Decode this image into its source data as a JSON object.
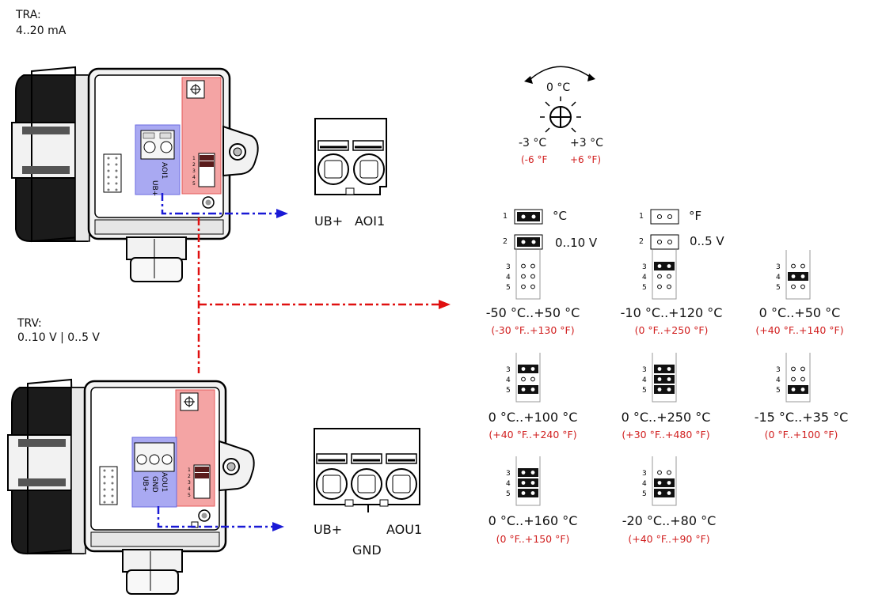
{
  "tra": {
    "title": "TRA:",
    "subtitle": "4..20 mA"
  },
  "trv": {
    "title": "TRV:",
    "subtitle": "0..10 V | 0..5 V"
  },
  "device_top": {
    "term_left": "UB+",
    "term_right": "AOI1"
  },
  "device_bottom": {
    "term_left": "UB+",
    "term_mid": "GND",
    "term_right": "AOU1"
  },
  "terminal_top": {
    "left": "UB+",
    "right": "AOI1"
  },
  "terminal_bottom": {
    "left": "UB+",
    "right": "AOU1",
    "bottom": "GND"
  },
  "knob": {
    "center": "0 °C",
    "minus": "-3 °C",
    "plus": "+3 °C",
    "minus_f": "(-6 °F",
    "plus_f": "+6 °F)"
  },
  "jumper_rows": {
    "r1": "1",
    "r2": "2",
    "r3": "3",
    "r4": "4",
    "r5": "5"
  },
  "units": {
    "celsius": "°C",
    "fahrenheit": "°F",
    "v10": "0..10 V",
    "v5": "0..5 V"
  },
  "ranges": [
    {
      "c": "-50 °C..+50 °C",
      "f": "(-30 °F..+130 °F)"
    },
    {
      "c": "-10 °C..+120 °C",
      "f": "(0 °F..+250 °F)"
    },
    {
      "c": "0 °C..+50 °C",
      "f": "(+40 °F..+140 °F)"
    },
    {
      "c": "0 °C..+100 °C",
      "f": "(+40 °F..+240 °F)"
    },
    {
      "c": "0 °C..+250 °C",
      "f": "(+30 °F..+480 °F)"
    },
    {
      "c": "-15 °C..+35 °C",
      "f": "(0 °F..+100 °F)"
    },
    {
      "c": "0 °C..+160 °C",
      "f": "(0 °F..+150 °F)"
    },
    {
      "c": "-20 °C..+80 °C",
      "f": "(+40 °F..+90 °F)"
    }
  ],
  "colors": {
    "blue": "#1a1ad6",
    "red": "#e01010",
    "blue_panel": "#a9a9f2",
    "red_panel": "#f4a4a4"
  }
}
